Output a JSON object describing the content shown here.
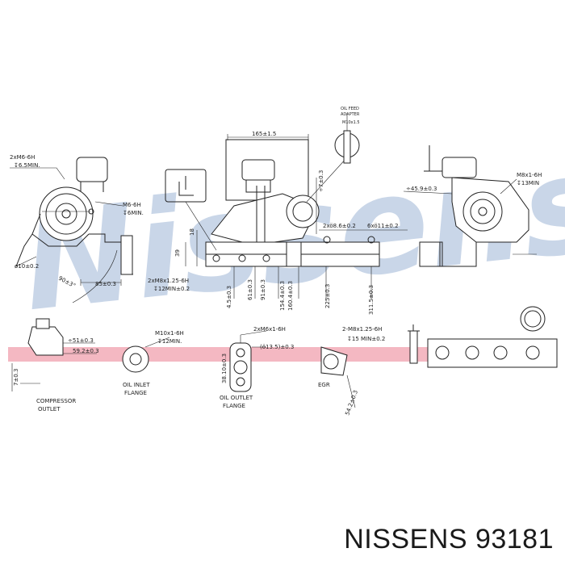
{
  "watermark": {
    "text": "Nissens",
    "color": "#c9d6e8"
  },
  "band_color": "#f4b8c2",
  "caption": {
    "brand": "NISSENS",
    "part_number": "93181"
  },
  "labels": {
    "l1": "2xM6-6H",
    "l2": "↧6.5MIN.",
    "l3": "M6-6H",
    "l4": "↧6MIN.",
    "l5": "ø10±0.2",
    "l6": "90±3°",
    "l7": "85±0.3",
    "l8": "165±1.5",
    "l9": "÷7±0.3",
    "l10": "39",
    "l11": "18",
    "l12": "2xM8x1.25-6H",
    "l13": "↧12MIN±0.2",
    "l14": "4.5±0.3",
    "l15": "61±0.3",
    "l16": "91±0.3",
    "l17": "154.4±0.3",
    "l18": "160.4±0.3",
    "l19": "225±0.3",
    "l20": "311.5±0.3",
    "l21": "2xö8.6±0.2",
    "l22": "6xö11±0.2",
    "l23": "÷45.9±0.3",
    "l24": "M8x1-6H",
    "l25": "↧13MIN",
    "l26": "÷51±0.3",
    "l27": "59.2±0.3",
    "l28": "7±0.3",
    "l29": "COMPRESSOR",
    "l30": "OUTLET",
    "l31": "M10x1-6H",
    "l32": "↧12MIN.",
    "l33": "OIL INLET",
    "l34": "FLANGE",
    "l35": "2xM6x1-6H",
    "l36": "(ö13.5)±0.3",
    "l37": "38.10±0.3",
    "l38": "OIL OUTLET",
    "l39": "FLANGE",
    "l40": "2-M8x1.25-6H",
    "l41": "↧15 MIN±0.2",
    "l42": "EGR",
    "l43": "54.2±0.3",
    "l44": "OIL FEED",
    "l45": "ADAPTER",
    "l46": "M10x1.5"
  }
}
